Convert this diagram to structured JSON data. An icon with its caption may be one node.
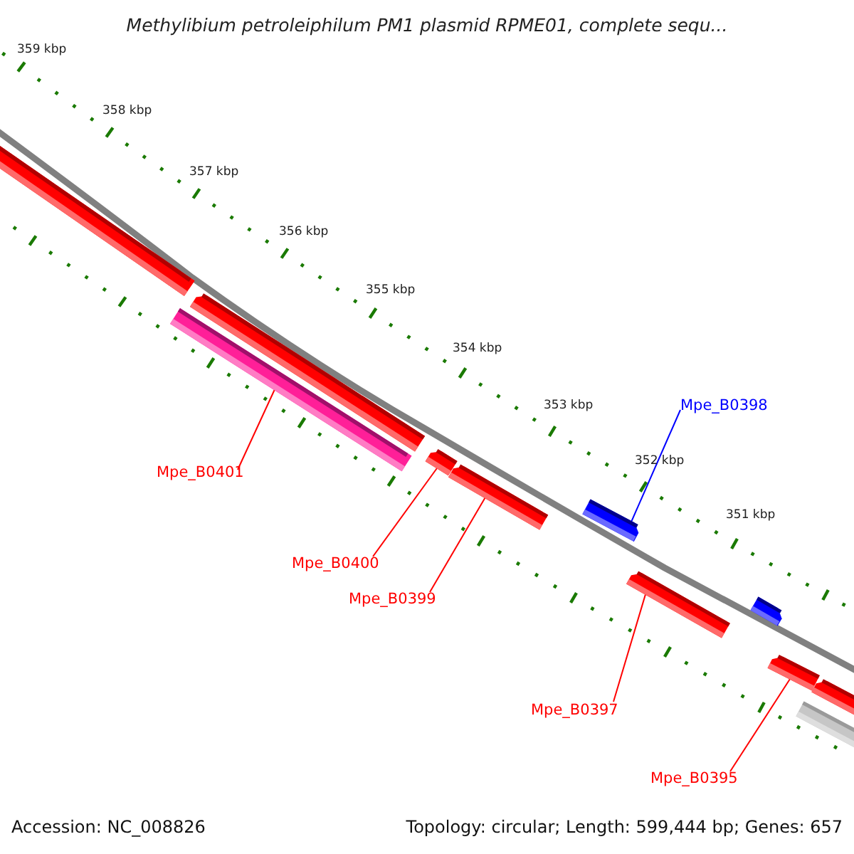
{
  "diagram": {
    "title": "Methylibium petroleiphilum PM1 plasmid RPME01, complete sequ...",
    "nodes": [
      {
        "text": [],
        "shape": "bar"
      },
      {
        "text": [],
        "shape": "bar"
      },
      {
        "text": [],
        "shape": "bar"
      },
      {
        "text": [],
        "shape": "bar"
      },
      {
        "text": [],
        "shape": "bar"
      },
      {
        "text": [],
        "shape": "bar"
      },
      {
        "text": [],
        "shape": "bar"
      },
      {
        "text": [],
        "shape": "bar"
      },
      {
        "text": [],
        "shape": "bar"
      },
      {
        "text": [],
        "shape": "bar"
      },
      {
        "text": [],
        "shape": "bar"
      },
      {
        "text": [
          "Mpe_B0401"
        ]
      },
      {
        "text": [
          "Mpe_B0400"
        ]
      },
      {
        "text": [
          "Mpe_B0399"
        ]
      },
      {
        "text": [
          "Mpe_B0398"
        ]
      },
      {
        "text": [
          "Mpe_B0397"
        ]
      },
      {
        "text": [
          "Mpe_B0395"
        ]
      }
    ],
    "edges": [
      {
        "from": 11,
        "to": 2,
        "arrow": "none"
      },
      {
        "from": 12,
        "to": 3,
        "arrow": "none"
      },
      {
        "from": 13,
        "to": 4,
        "arrow": "none"
      },
      {
        "from": 14,
        "to": 5,
        "arrow": "none",
        "color": "#0000ff"
      },
      {
        "from": 15,
        "to": 6,
        "arrow": "none"
      },
      {
        "from": 16,
        "to": 8,
        "arrow": "none"
      }
    ],
    "labels": [
      "359 kbp",
      "358 kbp",
      "357 kbp",
      "356 kbp",
      "355 kbp",
      "354 kbp",
      "353 kbp",
      "352 kbp",
      "351 kbp",
      "Accession: NC_008826",
      "Topology: circular; Length: 599,444 bp; Genes: 657"
    ]
  }
}
